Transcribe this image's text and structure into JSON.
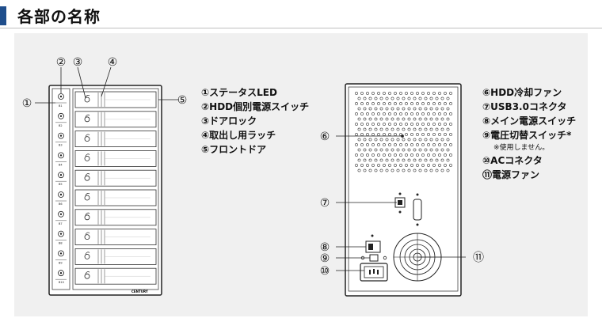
{
  "header": {
    "title": "各部の名称"
  },
  "front_unit": {
    "callouts": [
      "①",
      "②",
      "③",
      "④",
      "⑤"
    ],
    "bay_labels": [
      "B1",
      "B2",
      "B3",
      "B4",
      "B5",
      "B6",
      "B7",
      "B8",
      "B9",
      "B10"
    ],
    "brand": "CENTURY"
  },
  "front_legend": [
    "①ステータスLED",
    "②HDD個別電源スイッチ",
    "③ドアロック",
    "④取出し用ラッチ",
    "⑤フロントドア"
  ],
  "rear_unit": {
    "callouts": [
      "⑥",
      "⑦",
      "⑧",
      "⑨",
      "⑩",
      "⑪"
    ]
  },
  "rear_legend": [
    "⑥HDD冷却ファン",
    "⑦USB3.0コネクタ",
    "⑧メイン電源スイッチ",
    "⑨電圧切替スイッチ*"
  ],
  "rear_note": "※使用しません。",
  "rear_legend_2": [
    "⑩ACコネクタ",
    "⑪電源ファン"
  ]
}
